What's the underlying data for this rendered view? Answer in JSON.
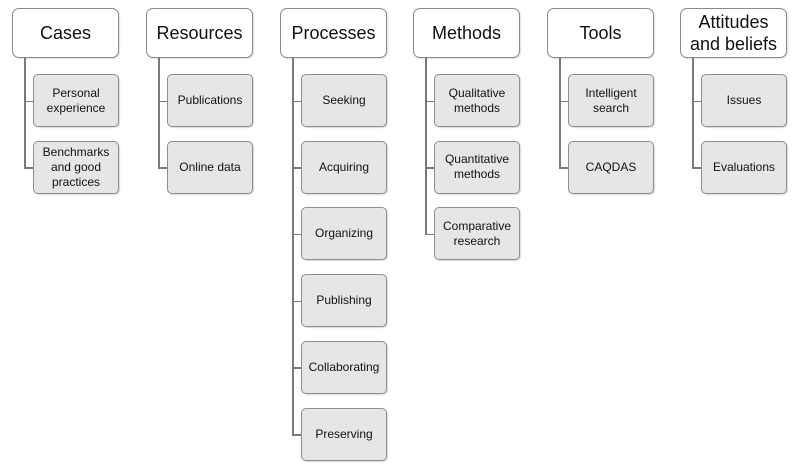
{
  "columns": [
    {
      "id": "cases",
      "title": "Cases",
      "items": [
        "Personal\nexperience",
        "Benchmarks\nand good\npractices"
      ]
    },
    {
      "id": "resources",
      "title": "Resources",
      "items": [
        "Publications",
        "Online data"
      ]
    },
    {
      "id": "processes",
      "title": "Processes",
      "items": [
        "Seeking",
        "Acquiring",
        "Organizing",
        "Publishing",
        "Collaborating",
        "Preserving"
      ]
    },
    {
      "id": "methods",
      "title": "Methods",
      "items": [
        "Qualitative\nmethods",
        "Quantitative\nmethods",
        "Comparative\nresearch"
      ]
    },
    {
      "id": "tools",
      "title": "Tools",
      "items": [
        "Intelligent\nsearch",
        "CAQDAS"
      ]
    },
    {
      "id": "attitudes",
      "title": "Attitudes\nand beliefs",
      "items": [
        "Issues",
        "Evaluations"
      ]
    }
  ],
  "colors": {
    "header_fill": "#ffffff",
    "child_fill": "#e6e6e6",
    "border": "#8a8a8a",
    "connector": "#7a7a7a"
  }
}
